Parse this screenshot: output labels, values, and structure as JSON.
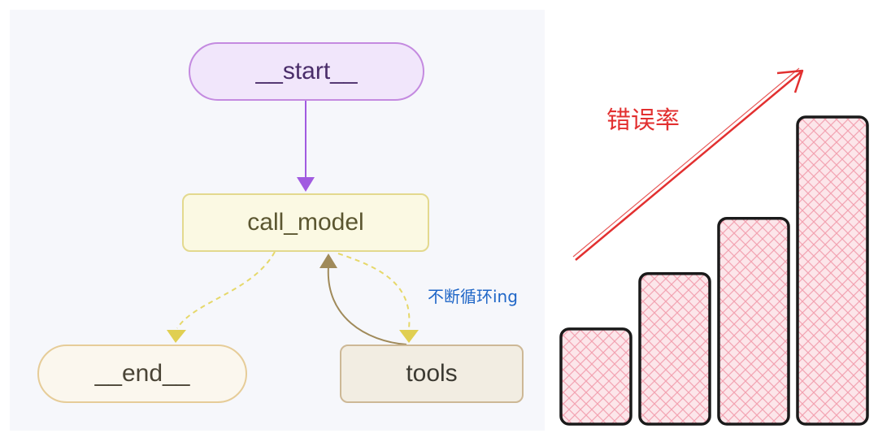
{
  "graph": {
    "nodes": {
      "start": "__start__",
      "call_model": "call_model",
      "end": "__end__",
      "tools": "tools"
    },
    "loop_annotation": "不断循环ing"
  },
  "bar_sketch": {
    "label": "错误率",
    "levels": [
      0.31,
      0.49,
      0.67,
      1.0
    ],
    "colors": {
      "bar_fill": "#fce6ea",
      "hatch": "#f3a3b2",
      "outline": "#1a1a1a",
      "trend_arrow": "#e23030"
    }
  },
  "colors": {
    "start_edge": "#a15be0",
    "conditional_edge": "#e6d86a",
    "tools_return_edge": "#a08a5a"
  }
}
